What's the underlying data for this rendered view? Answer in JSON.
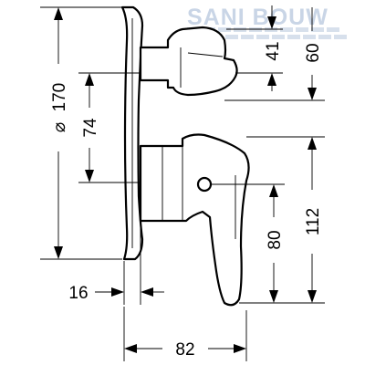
{
  "watermark": {
    "text": "SANI BOUW"
  },
  "dimensions": {
    "diameter": {
      "symbol": "⌀",
      "value": "170"
    },
    "vertical_74": "74",
    "handle_top_41": "41",
    "handle_top_60": "60",
    "lever_80": "80",
    "lever_112": "112",
    "depth_16": "16",
    "width_82": "82"
  },
  "colors": {
    "line": "#000000",
    "watermark": "#c9d5e6",
    "background": "#ffffff"
  }
}
